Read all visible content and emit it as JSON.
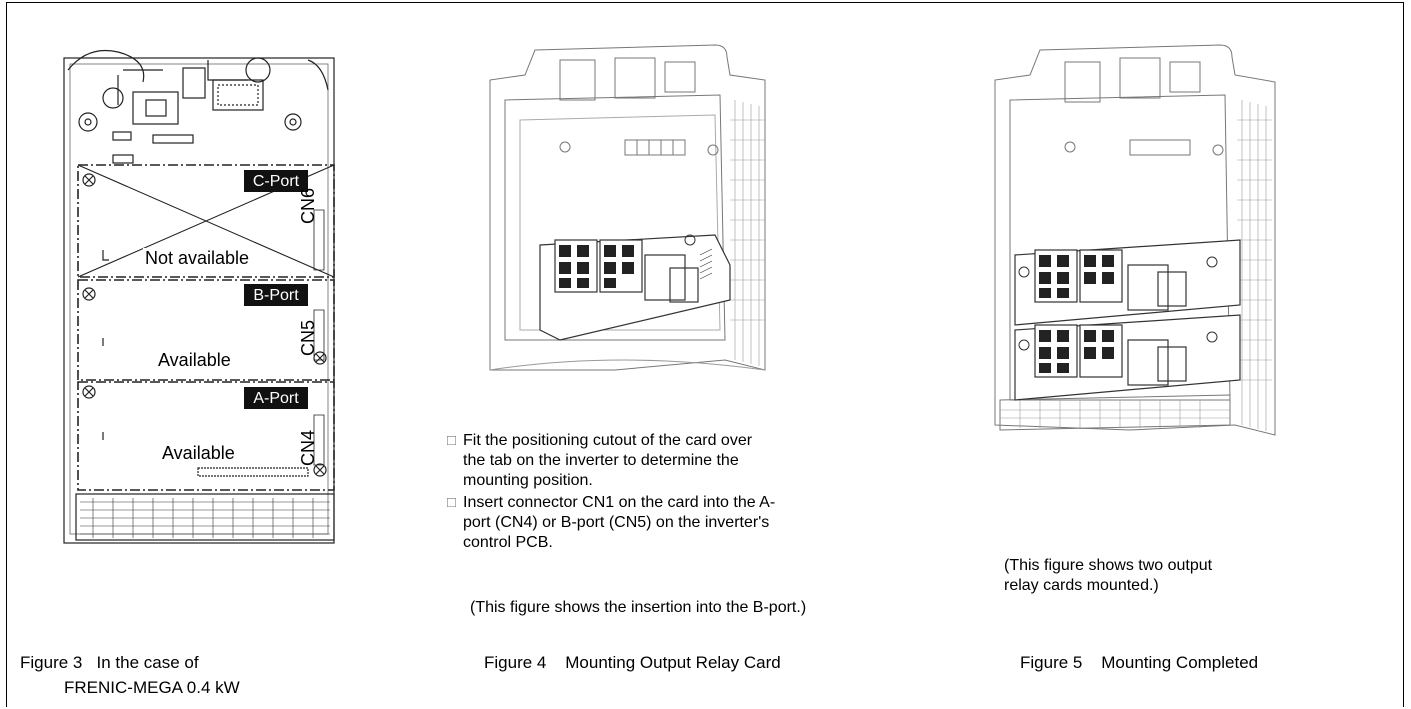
{
  "figure3": {
    "port_labels": {
      "c": "C-Port",
      "b": "B-Port",
      "a": "A-Port"
    },
    "connector_labels": {
      "cn6": "CN6",
      "cn5": "CN5",
      "cn4": "CN4"
    },
    "status": {
      "c": "Not available",
      "b": "Available",
      "a": "Available"
    },
    "caption_line1": "Figure 3   In the case of",
    "caption_line2": "FRENIC-MEGA 0.4 kW"
  },
  "figure4": {
    "bullet_glyph": "□",
    "bullets": [
      "Fit the positioning cutout of the card over the tab on the inverter to determine the mounting position.",
      "Insert connector CN1 on the card into the A-port (CN4) or B-port (CN5) on the inverter's control PCB."
    ],
    "note": "(This figure shows the insertion into the B-port.)",
    "caption": "Figure 4    Mounting Output Relay Card"
  },
  "figure5": {
    "note": "(This figure shows two output relay cards mounted.)",
    "caption": "Figure 5    Mounting Completed"
  }
}
